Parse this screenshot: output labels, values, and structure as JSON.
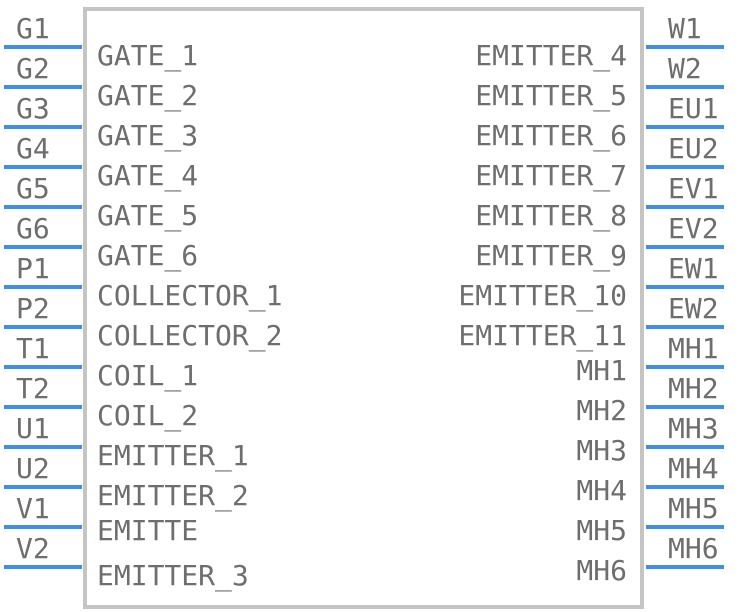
{
  "component": {
    "left_pins": [
      {
        "pin": "G1",
        "label": "GATE_1"
      },
      {
        "pin": "G2",
        "label": "GATE_2"
      },
      {
        "pin": "G3",
        "label": "GATE_3"
      },
      {
        "pin": "G4",
        "label": "GATE_4"
      },
      {
        "pin": "G5",
        "label": "GATE_5"
      },
      {
        "pin": "G6",
        "label": "GATE_6"
      },
      {
        "pin": "P1",
        "label": "COLLECTOR_1"
      },
      {
        "pin": "P2",
        "label": "COLLECTOR_2"
      },
      {
        "pin": "T1",
        "label": "COIL_1"
      },
      {
        "pin": "T2",
        "label": "COIL_2"
      },
      {
        "pin": "U1",
        "label": "EMITTER_1"
      },
      {
        "pin": "U2",
        "label": "EMITTER_2"
      },
      {
        "pin": "V1",
        "label": "EMITTE"
      },
      {
        "pin": "V2",
        "label": "EMITTER_3"
      }
    ],
    "right_pins": [
      {
        "pin": "W1",
        "label": "EMITTER_4"
      },
      {
        "pin": "W2",
        "label": "EMITTER_5"
      },
      {
        "pin": "EU1",
        "label": "EMITTER_6"
      },
      {
        "pin": "EU2",
        "label": "EMITTER_7"
      },
      {
        "pin": "EV1",
        "label": "EMITTER_8"
      },
      {
        "pin": "EV2",
        "label": "EMITTER_9"
      },
      {
        "pin": "EW1",
        "label": "EMITTER_10"
      },
      {
        "pin": "EW2",
        "label": "EMITTER_11"
      },
      {
        "pin": "MH1",
        "label": "MH1"
      },
      {
        "pin": "MH2",
        "label": "MH2"
      },
      {
        "pin": "MH3",
        "label": "MH3"
      },
      {
        "pin": "MH4",
        "label": "MH4"
      },
      {
        "pin": "MH5",
        "label": "MH5"
      },
      {
        "pin": "MH6",
        "label": "MH6"
      }
    ],
    "colors": {
      "pin_line": "#3f8fe6",
      "body_outline": "#c4c4c4",
      "text": "#6e6e6e"
    }
  }
}
